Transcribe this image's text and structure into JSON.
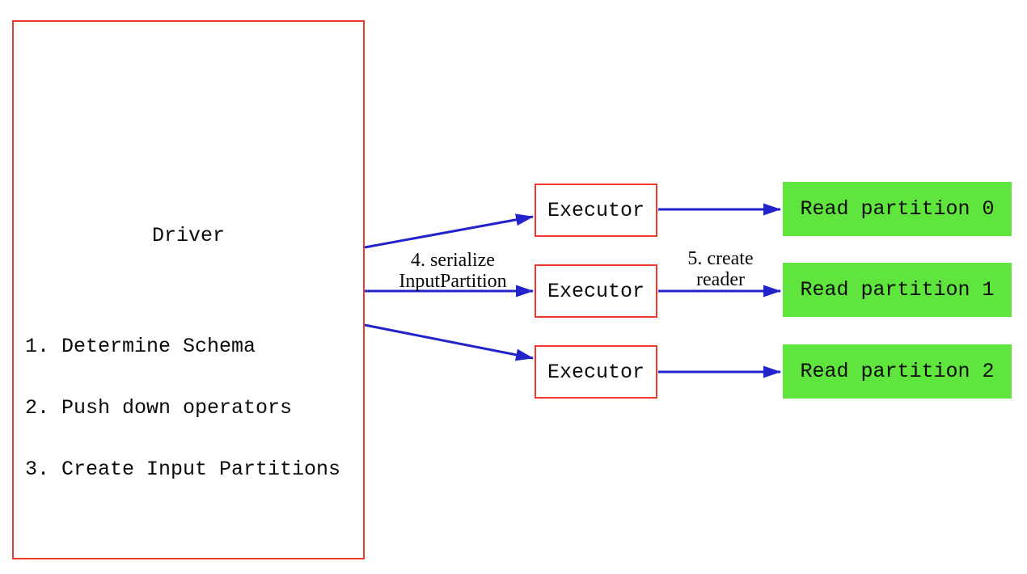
{
  "diagram": {
    "driver": {
      "title": "Driver",
      "steps": [
        "1. Determine Schema",
        "2. Push down operators",
        "3. Create Input Partitions"
      ]
    },
    "executors": [
      {
        "label": "Executor"
      },
      {
        "label": "Executor"
      },
      {
        "label": "Executor"
      }
    ],
    "partitions": [
      {
        "label": "Read partition 0"
      },
      {
        "label": "Read partition 1"
      },
      {
        "label": "Read partition 2"
      }
    ],
    "edge_labels": {
      "serialize": {
        "line1": "4. serialize",
        "line2": "InputPartition"
      },
      "create_reader": {
        "line1": "5. create",
        "line2": "reader"
      }
    },
    "edges": [
      {
        "from": "driver",
        "to": "executor-0"
      },
      {
        "from": "driver",
        "to": "executor-1",
        "label": "4. serialize InputPartition"
      },
      {
        "from": "driver",
        "to": "executor-2"
      },
      {
        "from": "executor-0",
        "to": "partition-0"
      },
      {
        "from": "executor-1",
        "to": "partition-1",
        "label": "5. create reader"
      },
      {
        "from": "executor-2",
        "to": "partition-2"
      }
    ],
    "colors": {
      "red_border": "#ee392c",
      "arrow_blue": "#2323cc",
      "partition_green": "#5fe53e",
      "text_black": "#0a0a0a",
      "background": "#ffffff"
    }
  }
}
